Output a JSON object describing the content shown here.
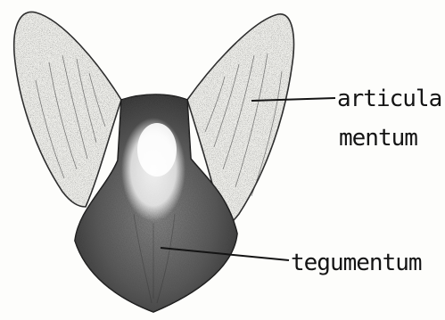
{
  "diagram": {
    "labels": {
      "articulamentum_line1": "articula-",
      "articulamentum_line2": "mentum",
      "tegumentum": "tegumentum"
    },
    "colors": {
      "ink": "#141414",
      "stipple": "#2a2a2a",
      "paper": "#fdfdfb"
    }
  }
}
